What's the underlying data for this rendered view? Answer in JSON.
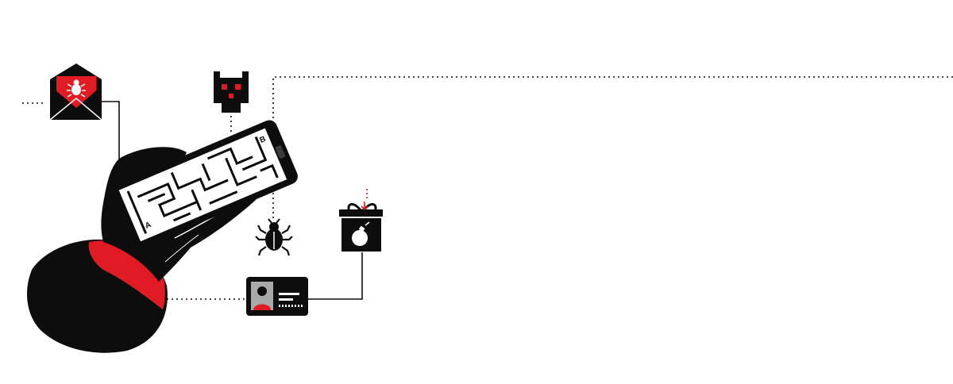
{
  "illustration": {
    "colors": {
      "ink": "#0d0d0d",
      "accent": "#e01b24",
      "paper": "#ffffff",
      "photo_bg": "#a8a8a8"
    },
    "icons": [
      "envelope-bug-icon",
      "malicious-robot-icon",
      "bug-icon",
      "gift-bomb-icon",
      "id-card-icon",
      "smartphone-maze",
      "hand-holding-phone"
    ],
    "maze": {
      "start_label": "A",
      "end_label": "B"
    }
  }
}
